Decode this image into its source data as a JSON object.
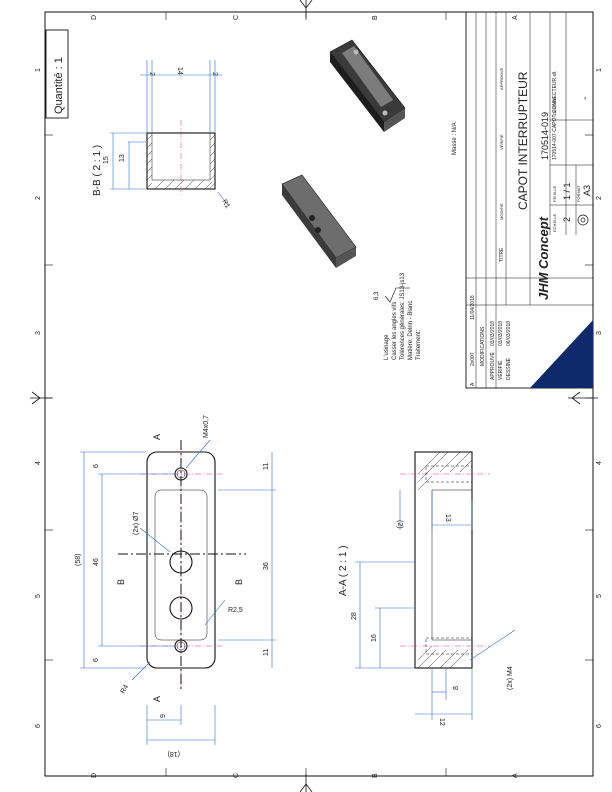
{
  "sheet": {
    "quantity_label": "Quantité : 1",
    "zones_rows": [
      "D",
      "C",
      "B",
      "A"
    ],
    "zones_cols": [
      "1",
      "2",
      "3",
      "4",
      "5",
      "6"
    ]
  },
  "section_bb": {
    "title": "B-B ( 2 : 1 )",
    "dims": {
      "w_left": "2",
      "w_mid": "14",
      "w_right": "2",
      "h_outer": "15",
      "h_inner": "13",
      "radius": "R1"
    }
  },
  "top_view": {
    "dims": {
      "overall": "(58)",
      "hole_pitch": "46",
      "pitch_b": "36",
      "edge_left": "6",
      "edge_right": "6",
      "side_left": "11",
      "side_right": "11",
      "thread": "M4x0,7",
      "bore": "(2x) Ø7",
      "r_small": "R2,5",
      "r_corner": "R4",
      "depth_9": "9",
      "width_18": "(18)"
    },
    "section_a": "A",
    "section_b": "B"
  },
  "section_aa": {
    "title": "A-A ( 2 : 1 )",
    "dims": {
      "d28": "28",
      "d16": "16",
      "d2": "(2)",
      "d13": "13",
      "d8": "8",
      "d12": "12",
      "tap": "(2x) M4"
    }
  },
  "notes": {
    "roughness": "6,3",
    "lines": [
      "L'usinage",
      "Casser les angles vifs",
      "Tolérences générales: JS13-js13",
      "Matière: Delrin - Blanc",
      "Traitement:"
    ]
  },
  "masse": "Masse : N/A",
  "title_block": {
    "title": "CAPOT INTERRUPTEUR",
    "drawing_no": "170514-019",
    "file_name": "170514-007-CAPOT CONNECTEUR.slt",
    "scale_label": "ECHELLE",
    "scale": "2",
    "sheet_label": "FEUILLE",
    "sheet": "1 / 1",
    "format_label": "FORMAT",
    "format": "A3",
    "company": "JHM Concept",
    "rev_letter": "A",
    "rev_code": "2x007",
    "rev_desc": "MODIFICATIONS",
    "rev_date": "11/04/2018",
    "titre_label": "TITRE",
    "dessine_label": "DESSINE",
    "verifie_label": "VÉRIFIÉ",
    "approuve_label": "APPROUVÉ",
    "modifie_label": "MODIFIÉ",
    "rows": [
      {
        "role": "APPROUVÉ",
        "date": "03/03/2018"
      },
      {
        "role": "VÉRIFIÉ",
        "date": "03/03/2018"
      },
      {
        "role": "DESSINÉ",
        "date": "06/03/2018"
      }
    ],
    "dash": "-"
  }
}
